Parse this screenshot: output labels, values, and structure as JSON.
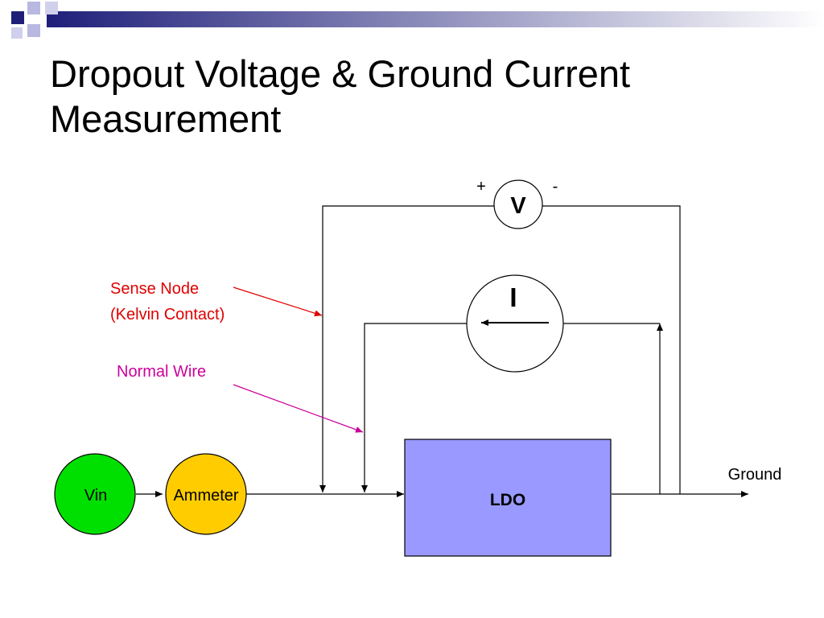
{
  "slide": {
    "title_line1": "Dropout Voltage & Ground Current",
    "title_line2": "Measurement"
  },
  "diagram": {
    "voltmeter": {
      "label": "V",
      "plus": "+",
      "minus": "-"
    },
    "current_meter": {
      "label": "I"
    },
    "sense_node_label_line1": "Sense Node",
    "sense_node_label_line2": "(Kelvin Contact)",
    "normal_wire_label": "Normal Wire",
    "vin_label": "Vin",
    "ammeter_label": "Ammeter",
    "ldo_label": "LDO",
    "ground_label": "Ground"
  },
  "colors": {
    "header_dark": "#1f1f7a",
    "header_light": "#c8c8e6",
    "sense_text": "#e00000",
    "normal_wire_text": "#cc0099",
    "vin_fill": "#00e000",
    "ammeter_fill": "#ffcc00",
    "ldo_fill": "#9999ff"
  }
}
